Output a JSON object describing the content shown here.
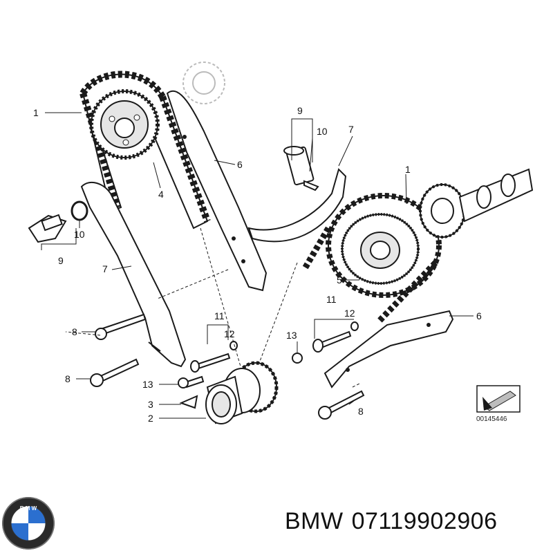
{
  "callouts": {
    "c1_left": "1",
    "c1_right": "1",
    "c2": "2",
    "c3": "3",
    "c4": "4",
    "c5": "5",
    "c6_top": "6",
    "c6_right": "6",
    "c7_left": "7",
    "c7_top": "7",
    "c8_a": "8",
    "c8_b": "8",
    "c8_c": "8",
    "c9_top": "9",
    "c9_left": "9",
    "c10_top": "10",
    "c10_left": "10",
    "c11_a": "11",
    "c11_b": "11",
    "c12_a": "12",
    "c12_b": "12",
    "c13_a": "13",
    "c13_b": "13"
  },
  "reference_number": "00145446",
  "caption": {
    "brand": "BMW",
    "part_number": "07119902906"
  },
  "colors": {
    "line": "#1a1a1a",
    "fill": "#ffffff",
    "shade": "#bdbdbd"
  }
}
